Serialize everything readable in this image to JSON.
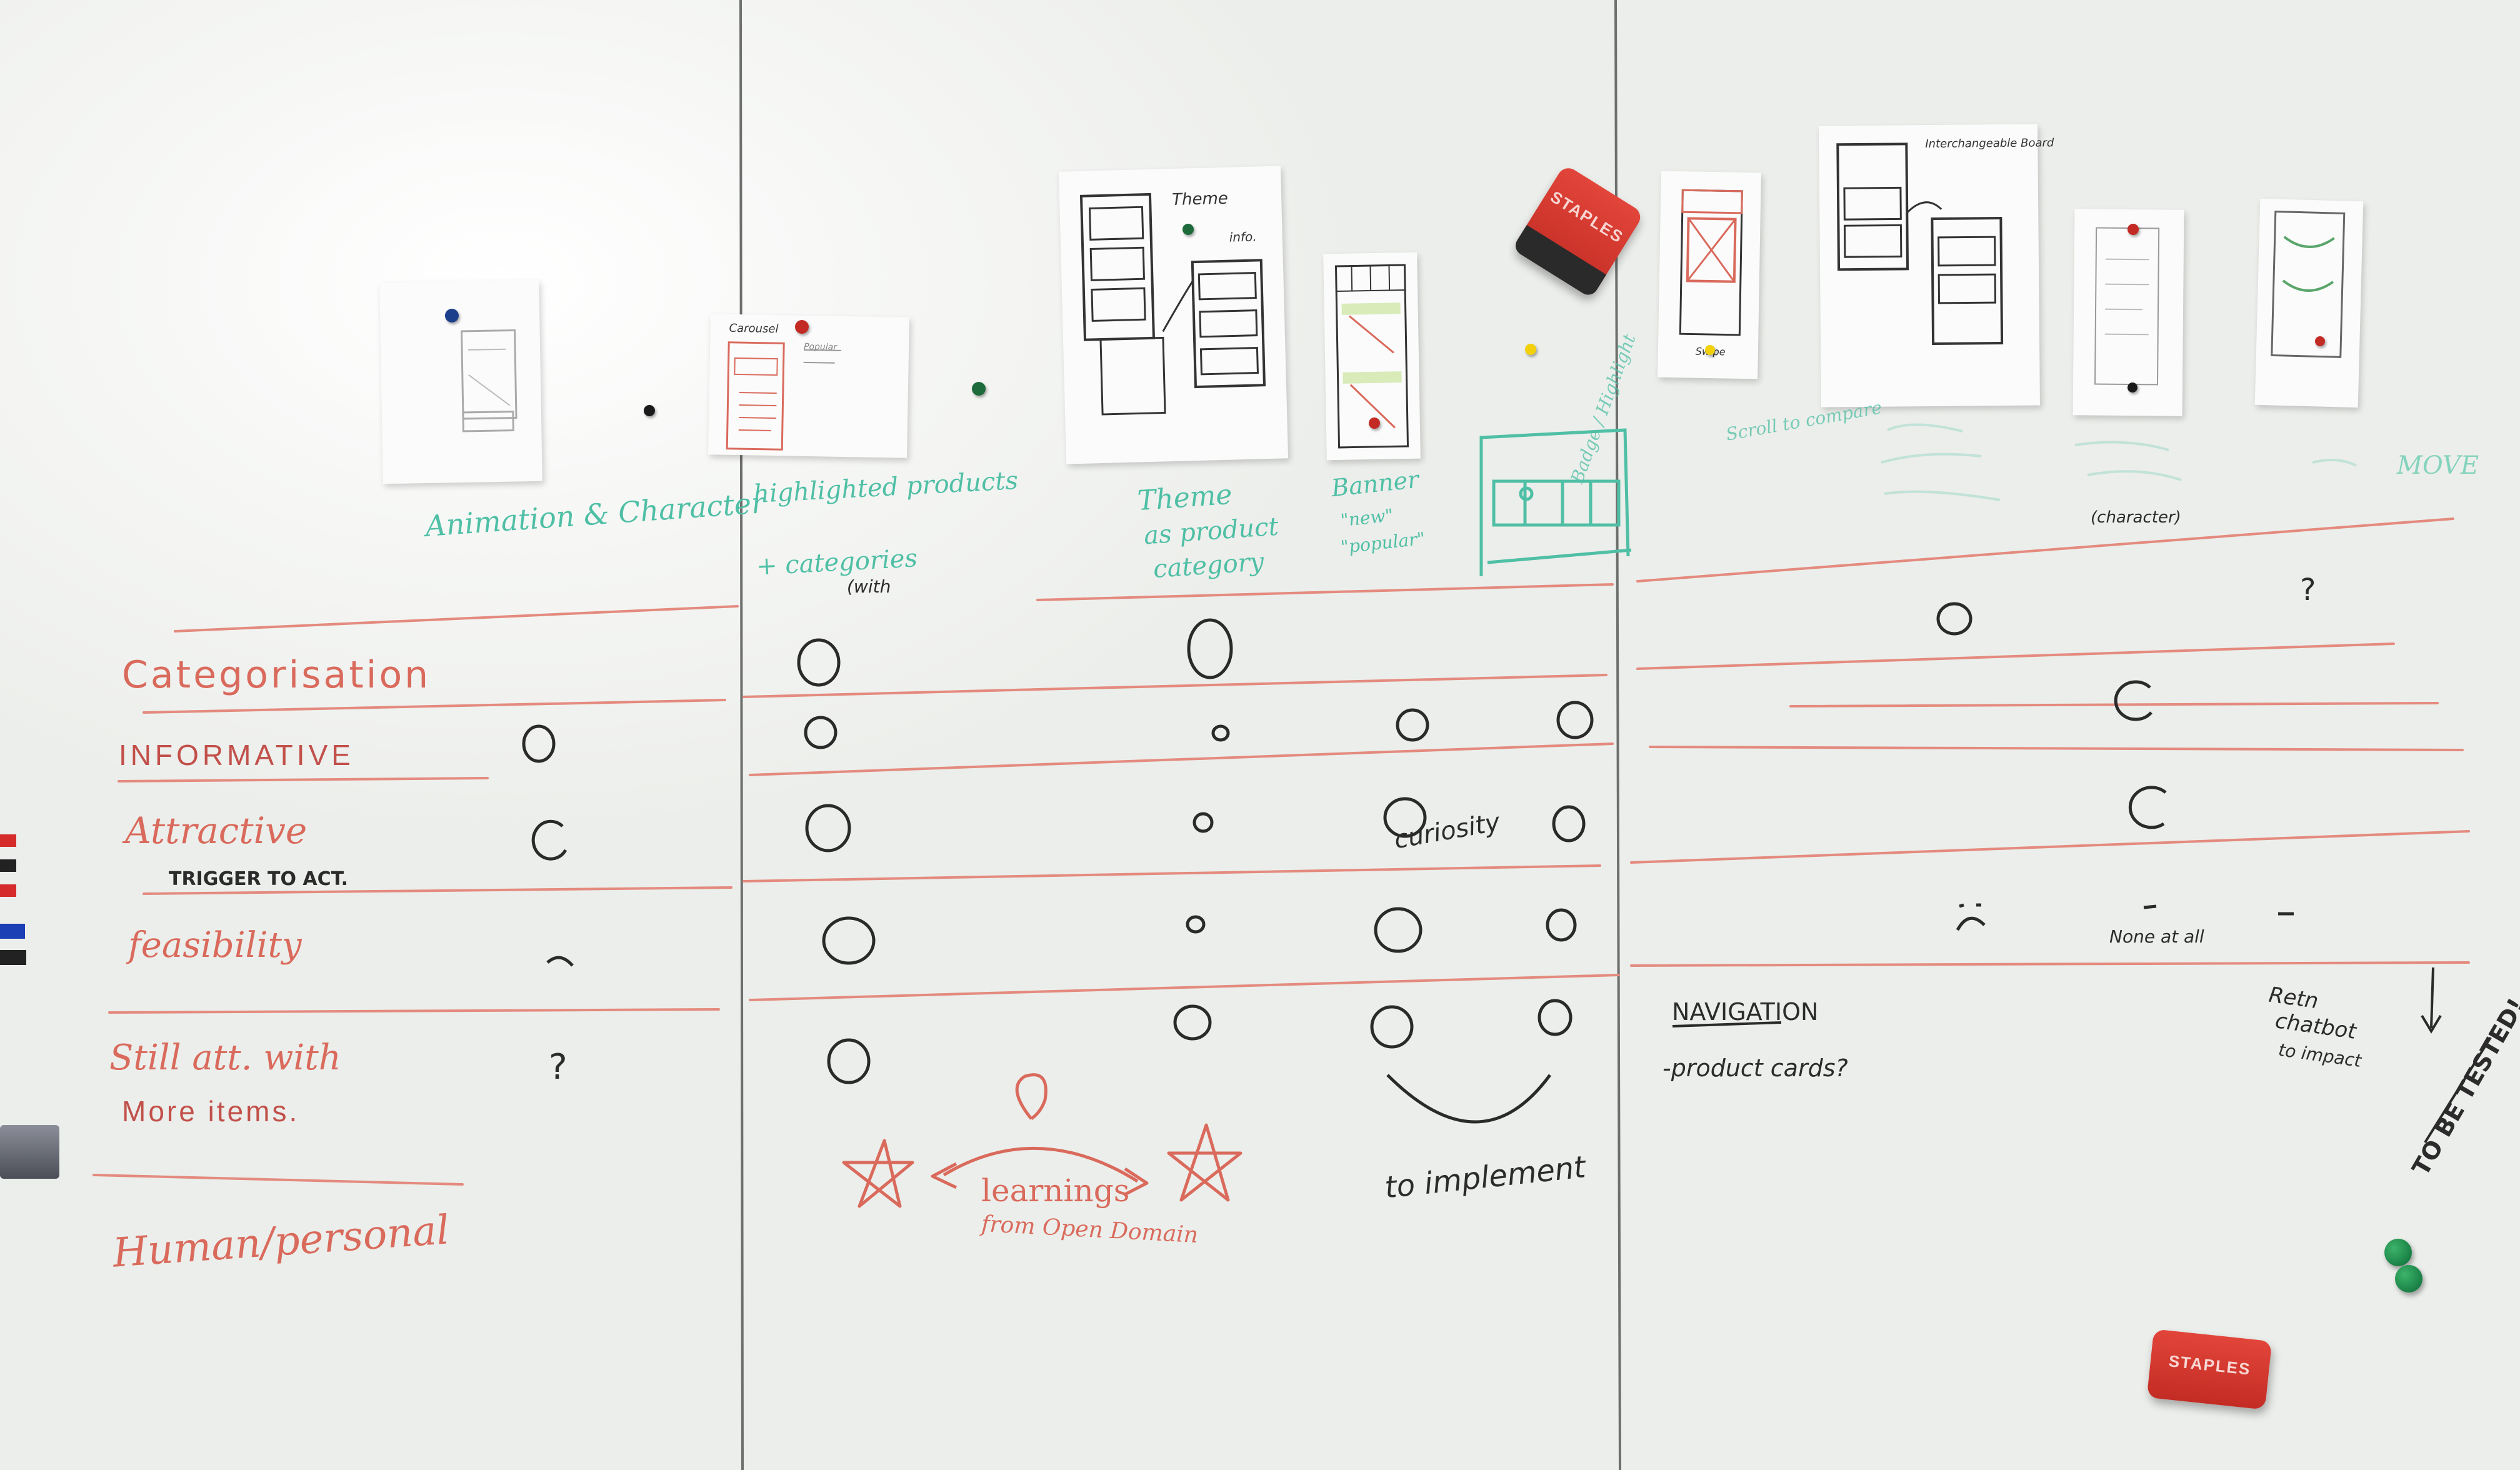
{
  "panels": {
    "column_headers": [
      "Animation & Character",
      "highlighted products",
      "+ categories",
      "(with",
      "Theme",
      "as product",
      "category",
      "Banner",
      "\"new\"",
      "\"popular\""
    ],
    "right_header": "MOVE",
    "right_sub": "(character)"
  },
  "criteria": {
    "categorisation": "Categorisation",
    "informative": "INFORMATIVE",
    "attractive": "Attractive",
    "trigger": "TRIGGER TO ACT.",
    "feasibility": "feasibility",
    "still_att_1": "Still att. with",
    "still_att_2": "More items.",
    "human": "Human/personal"
  },
  "notes": {
    "curiosity": "curiosity",
    "to_implement": "to implement",
    "learnings": "learnings",
    "from_open_domain": "from Open Domain",
    "navigation": "NAVIGATION",
    "product_cards": "-product cards?",
    "to_be_tested": "TO BE TESTED!",
    "question_mark": "?",
    "return_chatbot_1": "Retn",
    "return_chatbot_2": "chatbot",
    "return_chatbot_3": "to impact",
    "none_at_all": "None at all"
  },
  "sketches": {
    "theme": "Theme",
    "info": "info.",
    "swipe": "Swipe",
    "board": "Interchangeable Board",
    "carousel": "Carousel",
    "popular": "Popular",
    "badge": "Badge / Highlight",
    "scroll": "Scroll to compare"
  },
  "eraser_brand": "STAPLES",
  "colors": {
    "red_marker": "#d96a5c",
    "teal_marker": "#4fbfa5",
    "black_marker": "#2b2b2b",
    "eraser": "#d6372f",
    "magnet_green": "#16864a"
  }
}
